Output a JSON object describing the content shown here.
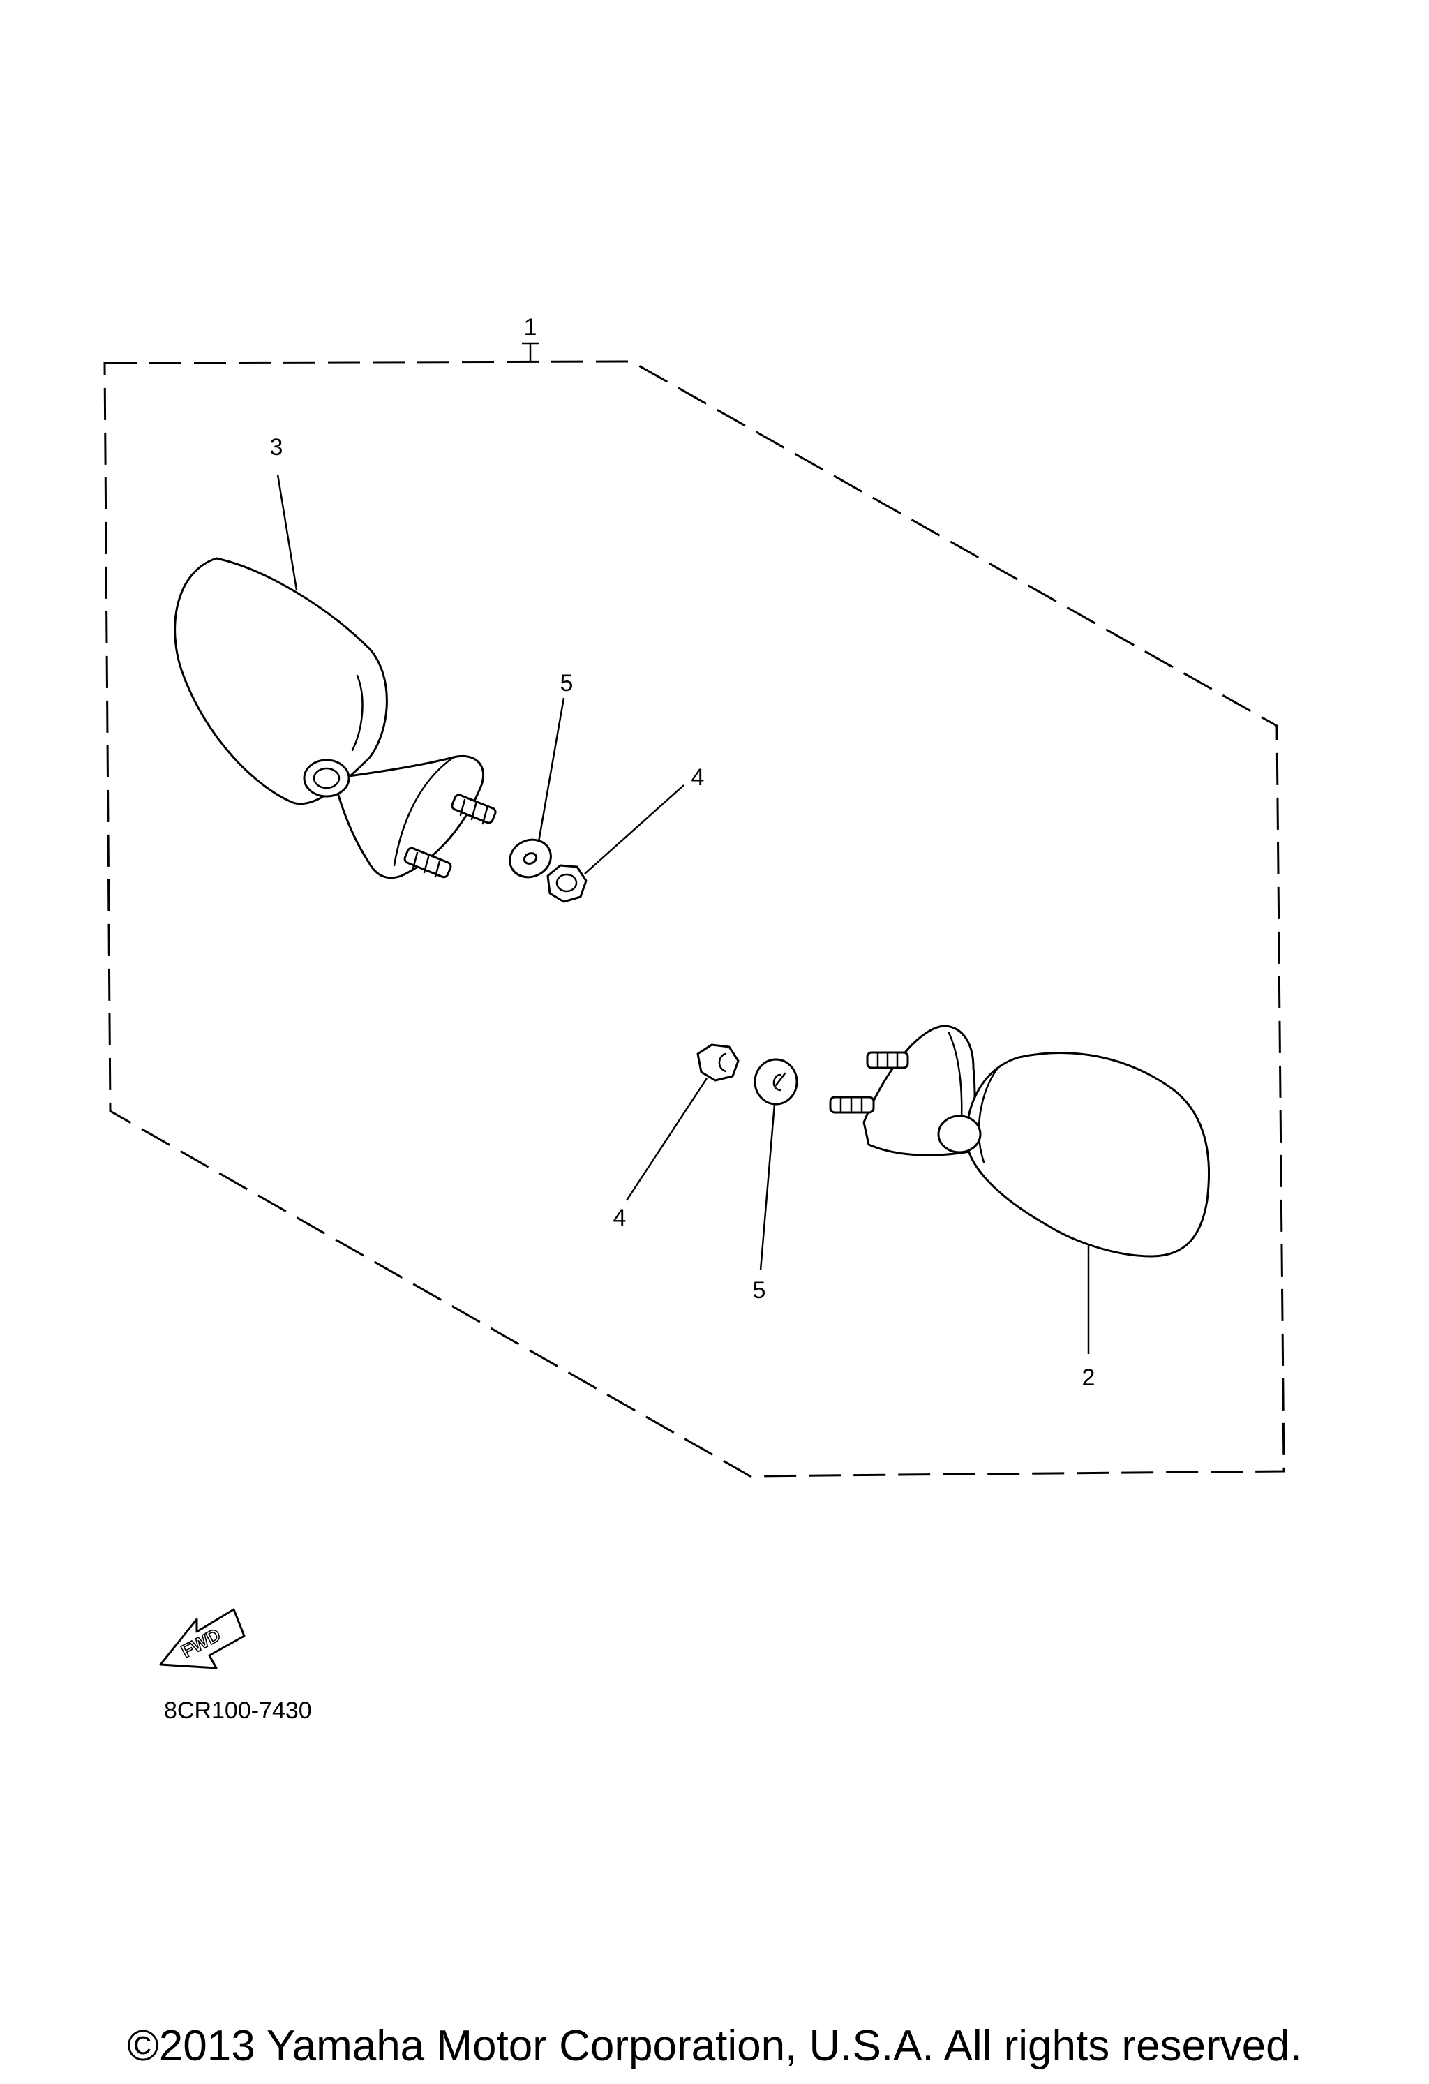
{
  "callouts": {
    "kit": "1",
    "right_mirror": "2",
    "left_mirror": "3",
    "nut_left": "4",
    "washer_left": "5",
    "nut_right": "4",
    "washer_right": "5"
  },
  "forward_arrow": {
    "label": "FWD",
    "icon": "forward-arrow-icon"
  },
  "drawing_code": "8CR100-7430",
  "copyright": "©2013 Yamaha Motor Corporation, U.S.A. All rights reserved."
}
